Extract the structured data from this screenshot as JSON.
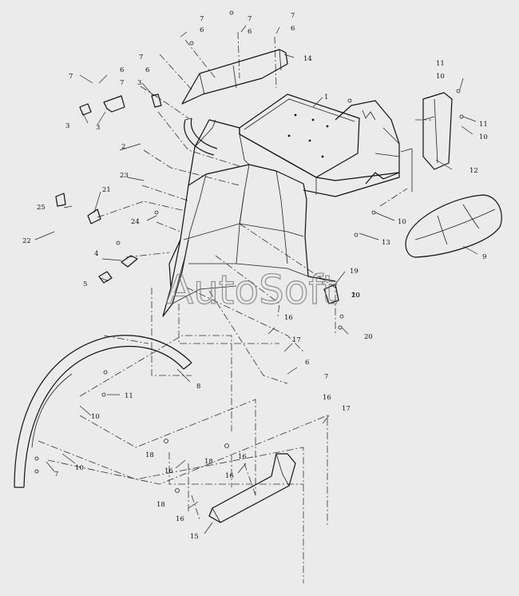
{
  "watermark": "AutoSoft",
  "labels": {
    "l1": "1",
    "l2": "2",
    "l3a": "3",
    "l3b": "3",
    "l3c": "3",
    "l4": "4",
    "l5": "5",
    "l6a": "6",
    "l6b": "6",
    "l6c": "6",
    "l6d": "6",
    "l6e": "6",
    "l6f": "6",
    "l7a": "7",
    "l7b": "7",
    "l7c": "7",
    "l7d": "7",
    "l7e": "7",
    "l7f": "7",
    "l7g": "7",
    "l7h": "7",
    "l8": "8",
    "l9": "9",
    "l10a": "10",
    "l10b": "10",
    "l10c": "10",
    "l10d": "10",
    "l10e": "10",
    "l10f": "10",
    "l11a": "11",
    "l11b": "11",
    "l11c": "11",
    "l12": "12",
    "l13": "13",
    "l14": "14",
    "l15": "15",
    "l16a": "16",
    "l16b": "16",
    "l16c": "16",
    "l16d": "16",
    "l16e": "16",
    "l16f": "16",
    "l17a": "17",
    "l17b": "17",
    "l18a": "18",
    "l18b": "18",
    "l18c": "18",
    "l19": "19",
    "l20a": "20",
    "l20b": "20",
    "l21": "21",
    "l22": "22",
    "l23": "23",
    "l24": "24",
    "l25": "25"
  }
}
